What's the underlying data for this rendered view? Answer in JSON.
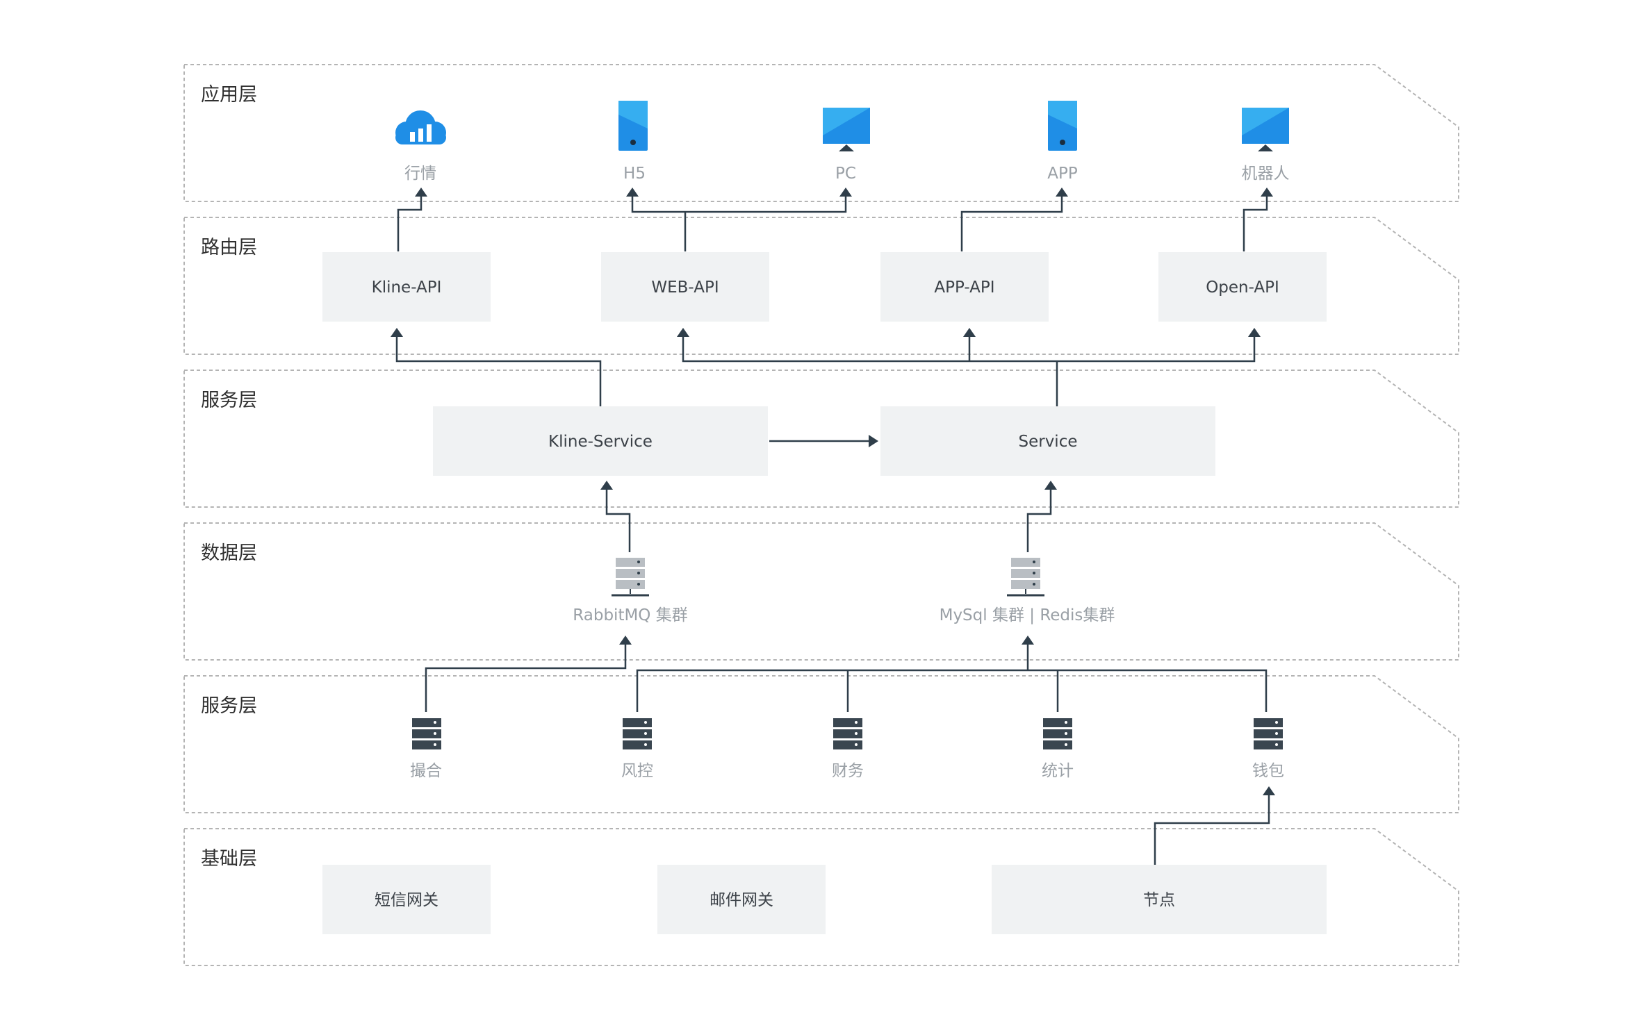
{
  "layers": [
    {
      "id": "app",
      "title": "应用层"
    },
    {
      "id": "route",
      "title": "路由层"
    },
    {
      "id": "service",
      "title": "服务层"
    },
    {
      "id": "data",
      "title": "数据层"
    },
    {
      "id": "biz",
      "title": "服务层"
    },
    {
      "id": "base",
      "title": "基础层"
    }
  ],
  "app_layer": {
    "clients": [
      {
        "id": "market",
        "label": "行情",
        "icon": "cloud-chart-icon"
      },
      {
        "id": "h5",
        "label": "H5",
        "icon": "mobile-phone-icon"
      },
      {
        "id": "pc",
        "label": "PC",
        "icon": "desktop-monitor-icon"
      },
      {
        "id": "app",
        "label": "APP",
        "icon": "mobile-phone-icon"
      },
      {
        "id": "robot",
        "label": "机器人",
        "icon": "desktop-monitor-icon"
      }
    ]
  },
  "route_layer": {
    "apis": [
      {
        "id": "kline-api",
        "label": "Kline-API"
      },
      {
        "id": "web-api",
        "label": "WEB-API"
      },
      {
        "id": "app-api",
        "label": "APP-API"
      },
      {
        "id": "open-api",
        "label": "Open-API"
      }
    ]
  },
  "service_layer": {
    "services": [
      {
        "id": "kline-service",
        "label": "Kline-Service"
      },
      {
        "id": "service",
        "label": "Service"
      }
    ]
  },
  "data_layer": {
    "clusters": [
      {
        "id": "rabbitmq",
        "label": "RabbitMQ 集群",
        "icon": "server-rack-icon"
      },
      {
        "id": "mysql",
        "label": "MySql 集群 | Redis集群",
        "icon": "server-rack-icon"
      }
    ]
  },
  "biz_layer": {
    "modules": [
      {
        "id": "match",
        "label": "撮合",
        "icon": "server-stack-icon"
      },
      {
        "id": "risk",
        "label": "风控",
        "icon": "server-stack-icon"
      },
      {
        "id": "finance",
        "label": "财务",
        "icon": "server-stack-icon"
      },
      {
        "id": "stats",
        "label": "统计",
        "icon": "server-stack-icon"
      },
      {
        "id": "wallet",
        "label": "钱包",
        "icon": "server-stack-icon"
      }
    ]
  },
  "base_layer": {
    "gateways": [
      {
        "id": "sms",
        "label": "短信网关"
      },
      {
        "id": "email",
        "label": "邮件网关"
      },
      {
        "id": "node",
        "label": "节点"
      }
    ]
  },
  "colors": {
    "icon_blue": "#1f8ee6",
    "icon_blue_light": "#36aef0",
    "connector": "#2f3e4a",
    "dark_server": "#3a4650",
    "light_server": "#b9bec3"
  }
}
